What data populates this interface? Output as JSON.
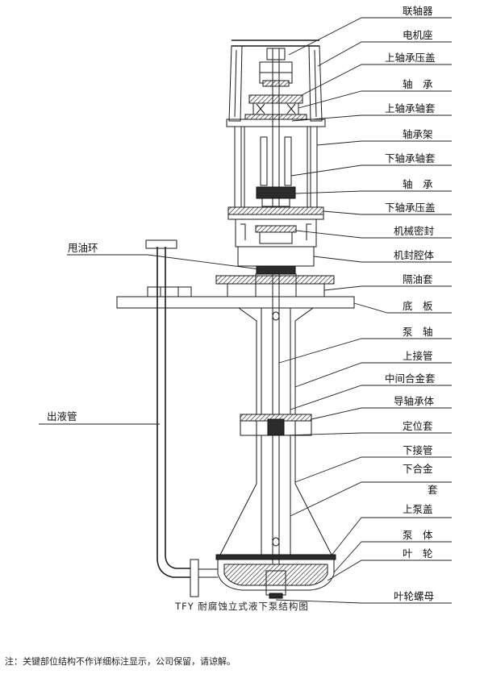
{
  "diagram": {
    "caption": "TFY 耐腐蚀立式液下泵结构图",
    "note": "注：关键部位结构不作详细标注显示，公司保留，请谅解。",
    "labels": {
      "coupling": "联轴器",
      "motor_seat": "电机座",
      "upper_bearing_cover": "上轴承压盖",
      "bearing_upper": "轴　承",
      "upper_bearing_sleeve": "上轴承轴套",
      "bearing_frame": "轴承架",
      "lower_bearing_sleeve": "下轴承轴套",
      "bearing_lower": "轴　承",
      "lower_bearing_cover": "下轴承压盖",
      "mechanical_seal": "机械密封",
      "seal_chamber": "机封腔体",
      "oil_sleeve": "隔油套",
      "base_plate": "底　板",
      "pump_shaft": "泵　轴",
      "upper_pipe": "上接管",
      "middle_alloy_sleeve": "中间合金套",
      "guide_bearing_body": "导轴承体",
      "locating_sleeve": "定位套",
      "lower_pipe": "下接管",
      "lower_alloy_sleeve_line1": "下合金",
      "lower_alloy_sleeve_line2": "套",
      "upper_pump_cover": "上泵盖",
      "pump_body": "泵　体",
      "impeller": "叶　轮",
      "impeller_nut": "叶轮螺母",
      "oil_ring": "甩油环",
      "discharge_pipe": "出液管"
    }
  }
}
